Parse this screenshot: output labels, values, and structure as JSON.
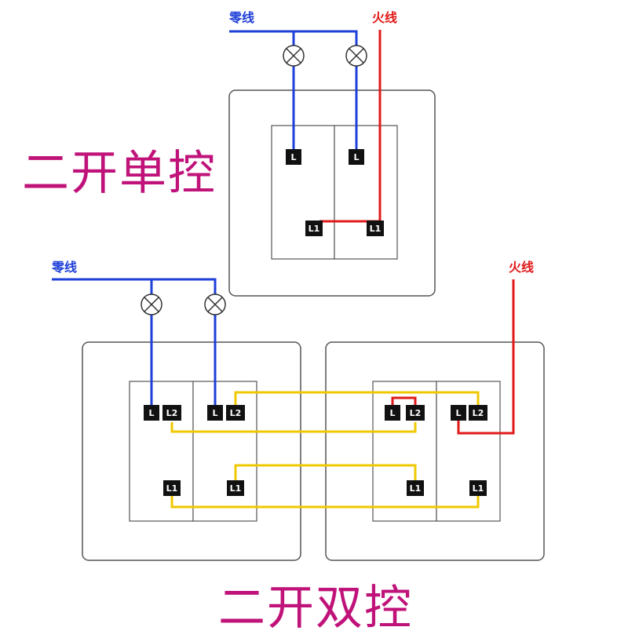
{
  "titles": {
    "single": "二开单控",
    "double": "二开双控"
  },
  "wires": {
    "neutral_label": "零线",
    "live_label": "火线"
  },
  "terminals": {
    "L": "L",
    "L1": "L1",
    "L2": "L2"
  },
  "colors": {
    "neutral": "#1e3fd8",
    "live": "#e01919",
    "traveler": "#f0c800",
    "title": "#c0137a",
    "panel_border": "#555555",
    "terminal": "#111111"
  }
}
